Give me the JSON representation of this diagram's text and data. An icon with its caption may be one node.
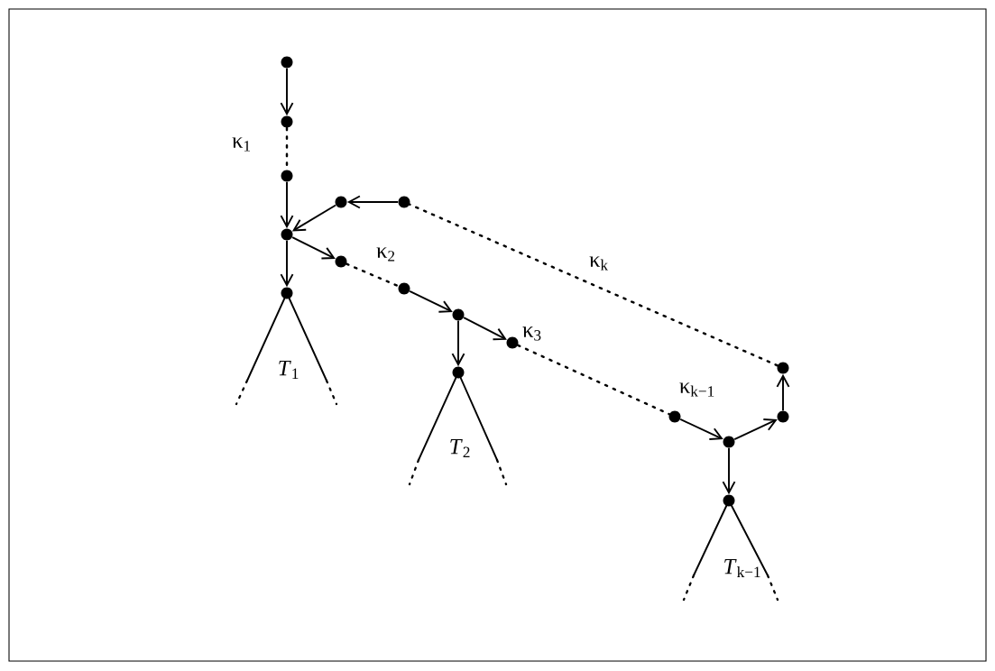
{
  "diagram": {
    "nodes": [
      {
        "text": [],
        "shape": "circle"
      },
      {
        "text": [],
        "shape": "circle"
      },
      {
        "text": [],
        "shape": "circle"
      },
      {
        "text": [],
        "shape": "circle"
      },
      {
        "text": [],
        "shape": "circle"
      },
      {
        "text": [],
        "shape": "circle"
      },
      {
        "text": [],
        "shape": "circle"
      },
      {
        "text": [],
        "shape": "circle",
        "beside": [
          "*T*$_{1}$"
        ]
      },
      {
        "text": [],
        "shape": "circle"
      },
      {
        "text": [],
        "shape": "circle"
      },
      {
        "text": [],
        "shape": "circle"
      },
      {
        "text": [],
        "shape": "circle",
        "beside": [
          "*T*$_{2}$"
        ]
      },
      {
        "text": [],
        "shape": "circle"
      },
      {
        "text": [],
        "shape": "circle"
      },
      {
        "text": [],
        "shape": "circle"
      },
      {
        "text": [],
        "shape": "circle"
      },
      {
        "text": [],
        "shape": "circle",
        "beside": [
          "*T*$_{k−1}$"
        ]
      }
    ],
    "edges": [
      {
        "from": 0,
        "to": 1,
        "arrow": "to"
      },
      {
        "from": 1,
        "to": 2,
        "arrow": "none",
        "style": "dashed",
        "label": "κ$_{1}$"
      },
      {
        "from": 2,
        "to": 3,
        "arrow": "to"
      },
      {
        "from": 5,
        "to": 4,
        "arrow": "to"
      },
      {
        "from": 4,
        "to": 3,
        "arrow": "to"
      },
      {
        "from": 3,
        "to": 6,
        "arrow": "to"
      },
      {
        "from": 3,
        "to": 7,
        "arrow": "to"
      },
      {
        "from": 6,
        "to": 8,
        "arrow": "none",
        "style": "dashed",
        "label": "κ$_{2}$"
      },
      {
        "from": 8,
        "to": 9,
        "arrow": "to"
      },
      {
        "from": 9,
        "to": 10,
        "arrow": "to"
      },
      {
        "from": 9,
        "to": 11,
        "arrow": "to"
      },
      {
        "from": 10,
        "to": 12,
        "arrow": "none",
        "style": "dashed",
        "label": "κ$_{3}$"
      },
      {
        "from": 12,
        "to": 13,
        "arrow": "to"
      },
      {
        "from": 13,
        "to": 14,
        "arrow": "to"
      },
      {
        "from": 14,
        "to": 15,
        "arrow": "to"
      },
      {
        "from": 15,
        "to": 5,
        "arrow": "none",
        "style": "dashed",
        "label": "κ$_{k}$"
      },
      {
        "from": 13,
        "to": 16,
        "arrow": "to"
      }
    ],
    "labels": [
      "κ$_{k−1}$"
    ]
  }
}
